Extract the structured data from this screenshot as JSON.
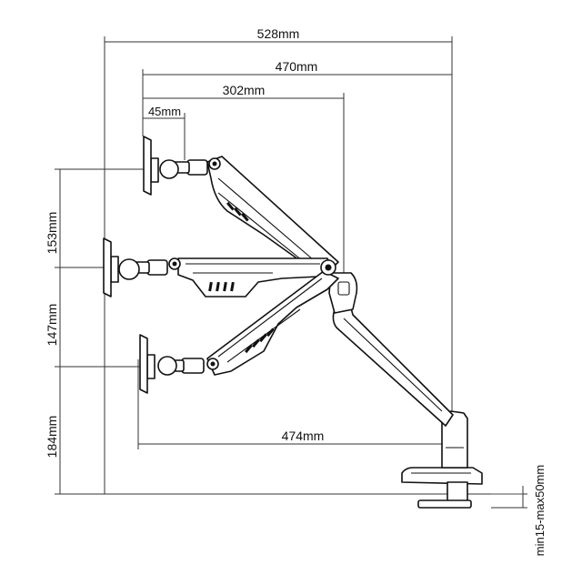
{
  "dimensions": {
    "overall_width": "528mm",
    "arm_reach": "470mm",
    "forearm_reach": "302mm",
    "mount_offset": "45mm",
    "upper_height": "153mm",
    "middle_height": "147mm",
    "lower_height": "184mm",
    "bottom_reach": "474mm",
    "desk_thickness": "min15-max50mm"
  },
  "colors": {
    "line": "#111111",
    "background": "#ffffff"
  }
}
